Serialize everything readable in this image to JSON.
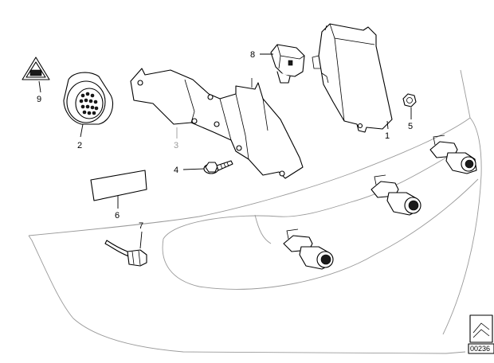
{
  "callouts": {
    "c1": "1",
    "c2": "2",
    "c3": "3",
    "c4": "4",
    "c5": "5",
    "c6": "6",
    "c7": "7",
    "c8": "8",
    "c9": "9"
  },
  "doc_number": "00236",
  "colors": {
    "line": "#000000",
    "ghost": "#9a9a9a",
    "background": "#ffffff"
  }
}
